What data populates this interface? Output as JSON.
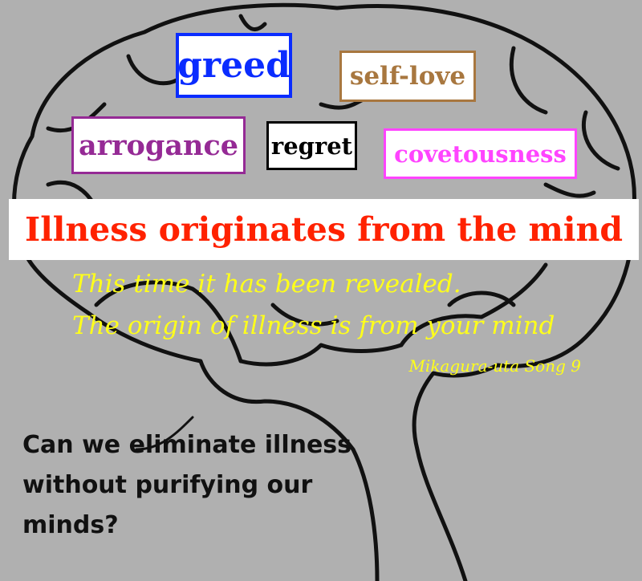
{
  "emotions": {
    "greed": {
      "label": "greed",
      "color": "#0a2cff"
    },
    "self_love": {
      "label": "self-love",
      "color": "#a8773f"
    },
    "arrogance": {
      "label": "arrogance",
      "color": "#952a95"
    },
    "regret": {
      "label": "regret",
      "color": "#000000"
    },
    "covetousness": {
      "label": "covetousness",
      "color": "#ff44ff"
    }
  },
  "headline": "Illness originates from the mind",
  "quote": {
    "line1": "This time it has been revealed.",
    "line2": "The origin of illness is from your mind",
    "source": "Mikagura-uta Song 9"
  },
  "question": "Can we eliminate illness without purifying our minds?",
  "colors": {
    "background": "#b0b0b0",
    "headline": "#ff2200",
    "quote": "#ffff1a"
  }
}
